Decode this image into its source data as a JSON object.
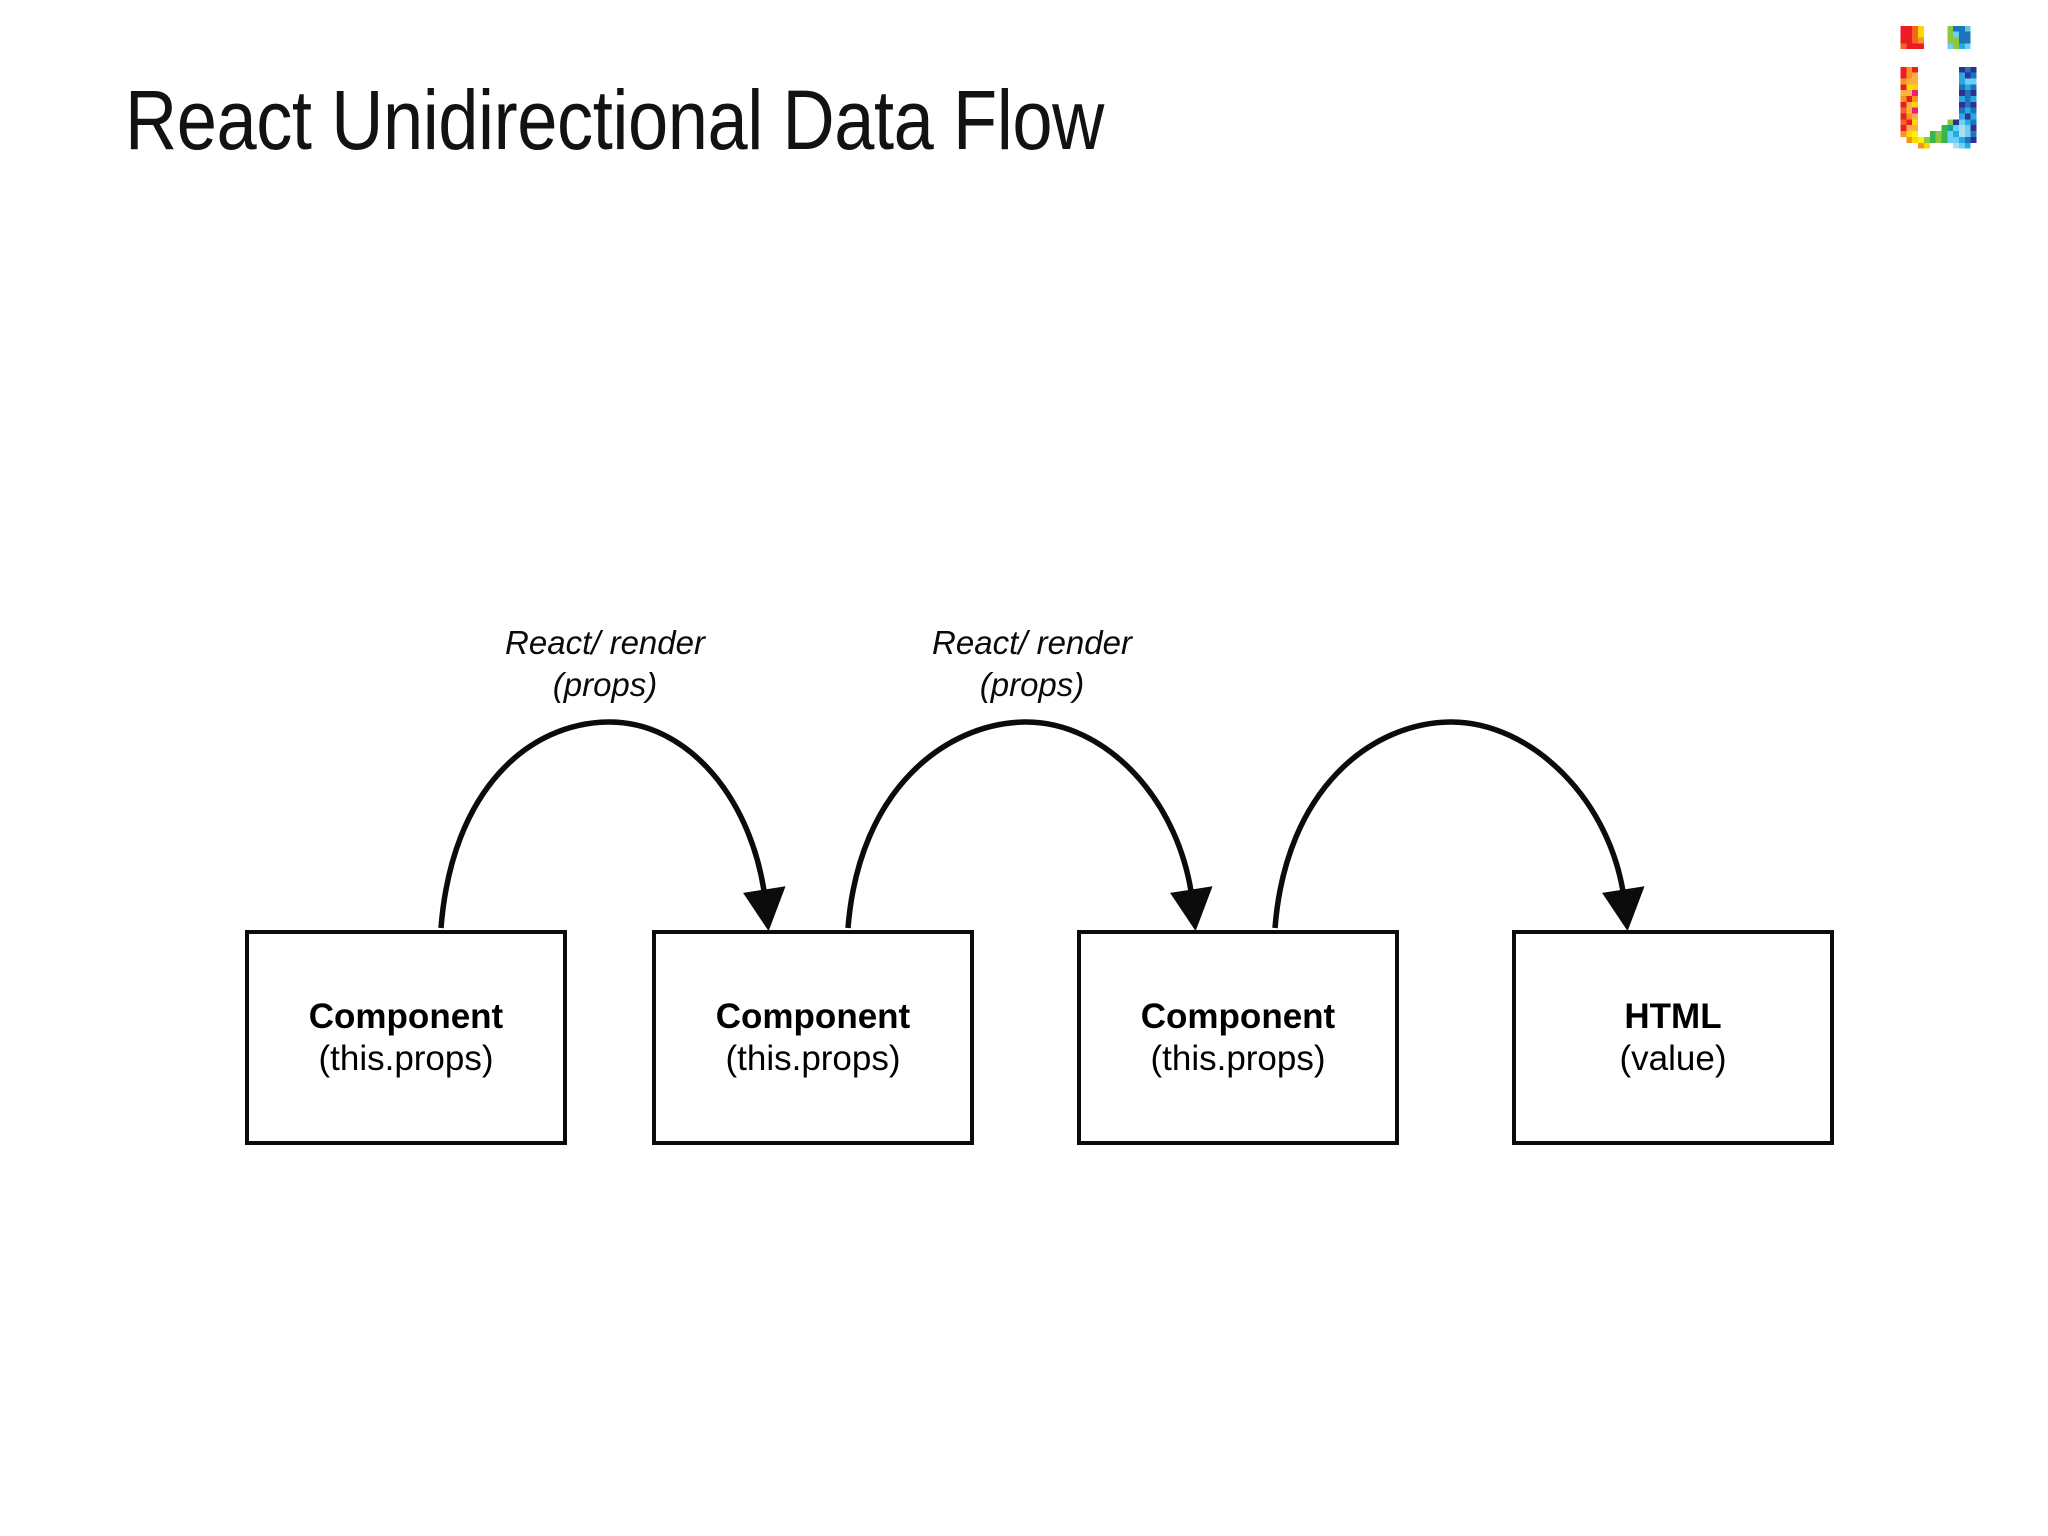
{
  "slide": {
    "title": "React Unidirectional Data Flow",
    "background_color": "#ffffff",
    "text_color": "#0a0a0a"
  },
  "logo": {
    "name": "pixelated-u-logo",
    "alt": "Pixel mosaic U logo",
    "palette": [
      "#ed1c24",
      "#f26522",
      "#f7941e",
      "#fbb040",
      "#ffd800",
      "#fff200",
      "#ec1e79",
      "#8dc63f",
      "#39b54a",
      "#00a99d",
      "#27aae1",
      "#1c75bc",
      "#2e3192",
      "#6dcff6",
      "#a7e0f5",
      "#5ec8d8"
    ]
  },
  "diagram": {
    "type": "flow",
    "nodes": [
      {
        "id": "component-1",
        "title": "Component",
        "subtitle": "(this.props)"
      },
      {
        "id": "component-2",
        "title": "Component",
        "subtitle": "(this.props)"
      },
      {
        "id": "component-3",
        "title": "Component",
        "subtitle": "(this.props)"
      },
      {
        "id": "html-output",
        "title": "HTML",
        "subtitle": "(value)"
      }
    ],
    "edges": [
      {
        "id": "edge-1",
        "from": "component-1",
        "to": "component-2",
        "label_line1": "React/ render",
        "label_line2": "(props)"
      },
      {
        "id": "edge-2",
        "from": "component-2",
        "to": "component-3",
        "label_line1": "React/ render",
        "label_line2": "(props)"
      },
      {
        "id": "edge-3",
        "from": "component-3",
        "to": "html-output",
        "label_line1": "",
        "label_line2": ""
      }
    ],
    "stroke_color": "#0b0b0b"
  }
}
